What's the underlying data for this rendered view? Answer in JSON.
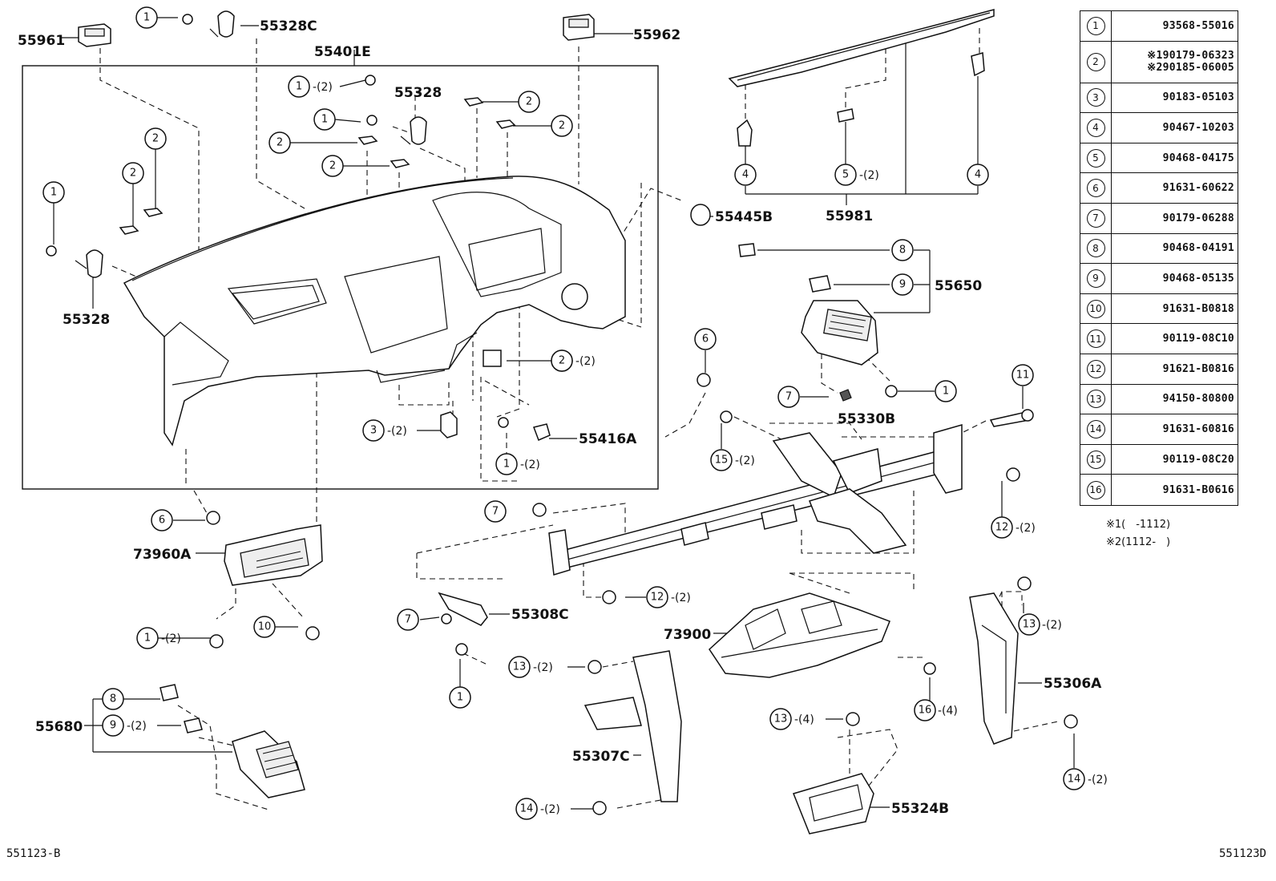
{
  "part_labels": {
    "p55961": "55961",
    "p55328C": "55328C",
    "p55962": "55962",
    "p55401E": "55401E",
    "p55328_top": "55328",
    "p55328_left": "55328",
    "p55445B": "55445B",
    "p55981": "55981",
    "p55650": "55650",
    "p55416A": "55416A",
    "p55330B": "55330B",
    "p73960A": "73960A",
    "p55308C": "55308C",
    "p73900": "73900",
    "p55306A": "55306A",
    "p55680": "55680",
    "p55307C": "55307C",
    "p55324B": "55324B"
  },
  "callouts": {
    "c01": "1",
    "c02": "1",
    "c02q": "-(2)",
    "c03": "1",
    "c04": "2",
    "c05": "2",
    "c06": "2",
    "c07": "2",
    "c08": "2",
    "c09": "2",
    "c10": "1",
    "c11": "2",
    "c12": "4",
    "c13": "5",
    "c13q": "-(2)",
    "c14": "4",
    "c15": "8",
    "c16": "9",
    "c17": "6",
    "c18": "2",
    "c18q": "-(2)",
    "c19": "7",
    "c20": "1",
    "c21": "11",
    "c22": "3",
    "c22q": "-(2)",
    "c23": "1",
    "c23q": "-(2)",
    "c24": "15",
    "c24q": "-(2)",
    "c25": "12",
    "c25q": "-(2)",
    "c26": "6",
    "c27": "7",
    "c28": "12",
    "c28q": "-(2)",
    "c29": "13",
    "c29q": "-(2)",
    "c30": "7",
    "c31": "1",
    "c31q": "-(2)",
    "c32": "10",
    "c33": "1",
    "c34": "13",
    "c34q": "-(2)",
    "c35": "16",
    "c35q": "-(4)",
    "c36": "8",
    "c37": "9",
    "c37q": "-(2)",
    "c38": "13",
    "c38q": "-(4)",
    "c39": "14",
    "c39q": "-(2)",
    "c40": "14",
    "c40q": "-(2)"
  },
  "legend": [
    {
      "key": "1",
      "lines": [
        "93568-55016"
      ]
    },
    {
      "key": "2",
      "lines": [
        "※190179-06323",
        "※290185-06005"
      ]
    },
    {
      "key": "3",
      "lines": [
        "90183-05103"
      ]
    },
    {
      "key": "4",
      "lines": [
        "90467-10203"
      ]
    },
    {
      "key": "5",
      "lines": [
        "90468-04175"
      ]
    },
    {
      "key": "6",
      "lines": [
        "91631-60622"
      ]
    },
    {
      "key": "7",
      "lines": [
        "90179-06288"
      ]
    },
    {
      "key": "8",
      "lines": [
        "90468-04191"
      ]
    },
    {
      "key": "9",
      "lines": [
        "90468-05135"
      ]
    },
    {
      "key": "10",
      "lines": [
        "91631-B0818"
      ]
    },
    {
      "key": "11",
      "lines": [
        "90119-08C10"
      ]
    },
    {
      "key": "12",
      "lines": [
        "91621-B0816"
      ]
    },
    {
      "key": "13",
      "lines": [
        "94150-80800"
      ]
    },
    {
      "key": "14",
      "lines": [
        "91631-60816"
      ]
    },
    {
      "key": "15",
      "lines": [
        "90119-08C20"
      ]
    },
    {
      "key": "16",
      "lines": [
        "91631-B0616"
      ]
    }
  ],
  "notes": {
    "note1": "※1(　-1112)",
    "note2": "※2(1112-　)"
  },
  "diagram_ids": {
    "left": "551123-B",
    "right": "551123D"
  }
}
